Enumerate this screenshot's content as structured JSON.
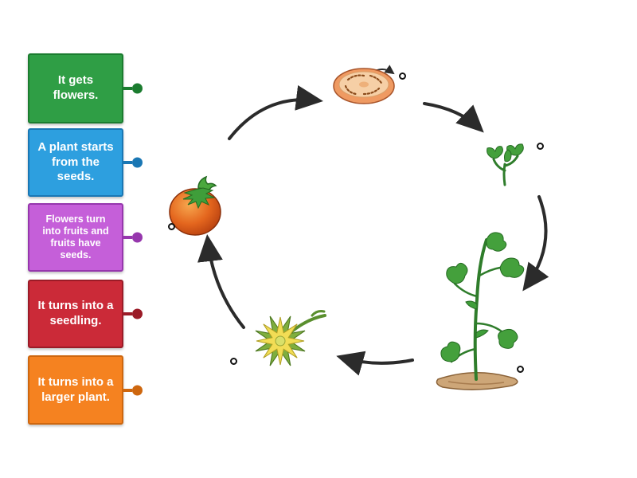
{
  "labels": [
    {
      "text": "It gets flowers.",
      "bg": "#2f9e45",
      "border": "#1b7c2f"
    },
    {
      "text": "A plant starts from the seeds.",
      "bg": "#2d9fdf",
      "border": "#1a77b4"
    },
    {
      "text": "Flowers turn into fruits and fruits have seeds.",
      "bg": "#c55fd9",
      "border": "#9637ad"
    },
    {
      "text": "It turns into a seedling.",
      "bg": "#cb2a38",
      "border": "#9b1b27"
    },
    {
      "text": "It turns into a larger plant.",
      "bg": "#f58220",
      "border": "#ce670f"
    }
  ],
  "diagram": {
    "arrow_color": "#2b2b2b",
    "target_ring_color": "#111111",
    "stages": [
      "cut-tomato-with-seeds",
      "seedling",
      "larger-plant",
      "flower",
      "tomato-fruit"
    ],
    "target_count": 5
  }
}
